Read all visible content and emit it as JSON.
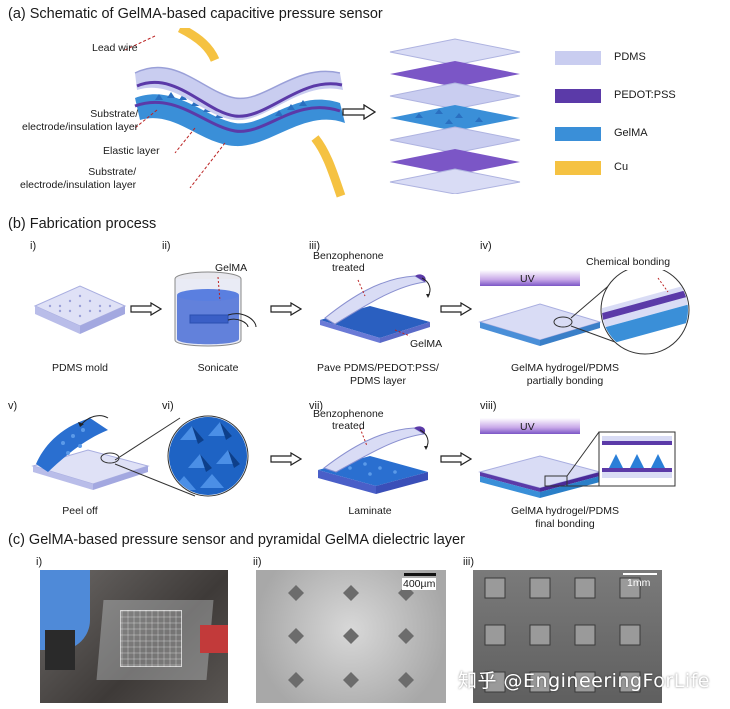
{
  "panel_a": {
    "title": "(a)  Schematic of GelMA-based capacitive pressure sensor",
    "lead_wire": "Lead wire",
    "substrate_top": "Substrate/\nelectrode/insulation layer",
    "elastic_layer": "Elastic layer",
    "substrate_bottom": "Substrate/\nelectrode/insulation layer",
    "legend": [
      {
        "label": "PDMS",
        "color": "#c9cdf0"
      },
      {
        "label": "PEDOT:PSS",
        "color": "#5b3aa8"
      },
      {
        "label": "GelMA",
        "color": "#3a8fd8"
      },
      {
        "label": "Cu",
        "color": "#f5c242"
      }
    ]
  },
  "panel_b": {
    "title": "(b)  Fabrication process",
    "steps": [
      {
        "num": "i)",
        "caption": "PDMS mold"
      },
      {
        "num": "ii)",
        "caption": "Sonicate",
        "callout": "GelMA"
      },
      {
        "num": "iii)",
        "caption": "Pave PDMS/PEDOT:PSS/\nPDMS layer",
        "callout": "Benzophenone\ntreated",
        "callout2": "GelMA"
      },
      {
        "num": "iv)",
        "caption": "GelMA hydrogel/PDMS\npartially bonding",
        "callout": "Chemical bonding",
        "uv": "UV"
      },
      {
        "num": "v)",
        "caption": "Peel off"
      },
      {
        "num": "vi)",
        "caption": ""
      },
      {
        "num": "vii)",
        "caption": "Laminate",
        "callout": "Benzophenone\ntreated"
      },
      {
        "num": "viii)",
        "caption": "GelMA hydrogel/PDMS\nfinal bonding",
        "uv": "UV"
      }
    ]
  },
  "panel_c": {
    "title": "(c)  GelMA-based pressure sensor and pyramidal GelMA dielectric layer",
    "images": [
      {
        "num": "i)"
      },
      {
        "num": "ii)",
        "scale": "400µm"
      },
      {
        "num": "iii)",
        "scale": "1mm"
      }
    ],
    "watermark": "知乎 @EngineeringForLife"
  }
}
